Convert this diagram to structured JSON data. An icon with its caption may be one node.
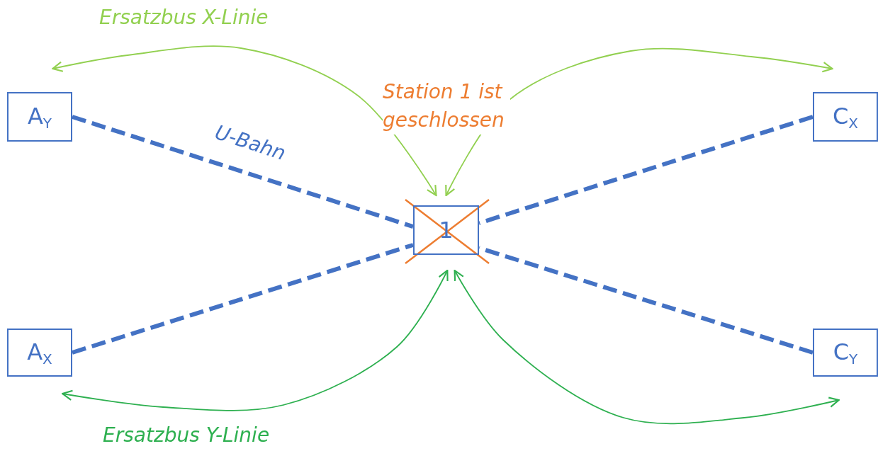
{
  "diagram": {
    "nodes": [
      {
        "text": [
          "A$_{Y}$"
        ]
      },
      {
        "text": [
          "C$_{X}$"
        ]
      },
      {
        "text": [
          "1"
        ],
        "beside": [
          "Station 1 ist geschlossen"
        ]
      },
      {
        "text": [
          "A$_{X}$"
        ]
      },
      {
        "text": [
          "C$_{Y}$"
        ]
      }
    ],
    "edges": [
      {
        "from": 0,
        "to": 2,
        "arrow": "none",
        "style": "dashed",
        "label": "U-Bahn"
      },
      {
        "from": 1,
        "to": 2,
        "arrow": "none",
        "style": "dashed"
      },
      {
        "from": 3,
        "to": 2,
        "arrow": "none",
        "style": "dashed"
      },
      {
        "from": 4,
        "to": 2,
        "arrow": "none",
        "style": "dashed"
      },
      {
        "from": 2,
        "to": 0,
        "arrow": "both",
        "color": "#92d050"
      },
      {
        "from": 2,
        "to": 1,
        "arrow": "both",
        "color": "#92d050"
      },
      {
        "from": 2,
        "to": 3,
        "arrow": "both",
        "color": "#2eb050"
      },
      {
        "from": 2,
        "to": 4,
        "arrow": "both",
        "color": "#2eb050"
      }
    ],
    "labels": [
      "Ersatzbus X-Linie",
      "Ersatzbus Y-Linie"
    ]
  }
}
